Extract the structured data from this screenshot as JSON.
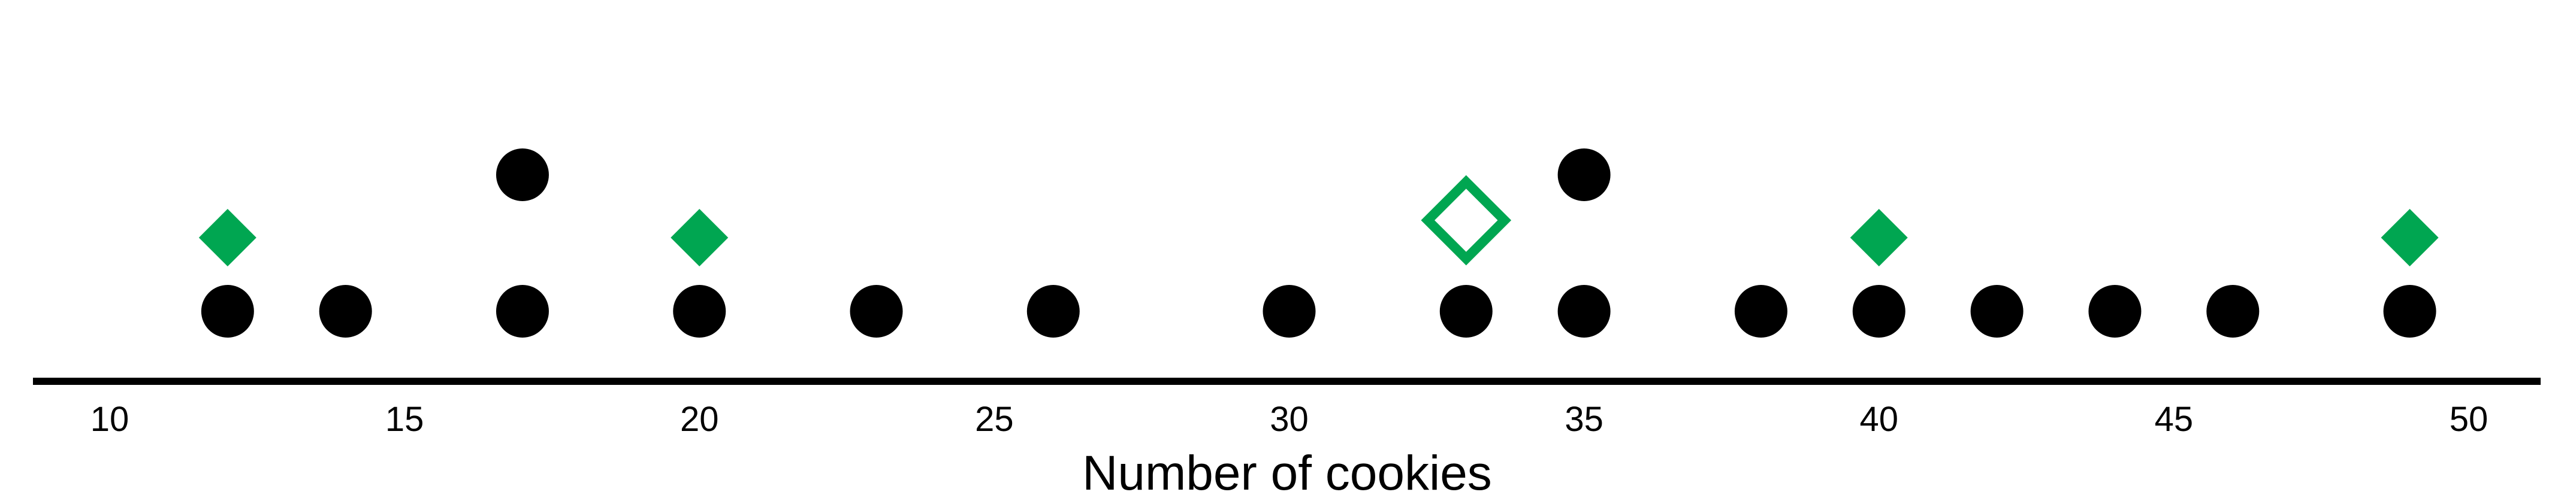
{
  "chart_data": {
    "type": "scatter",
    "xlabel": "Number of cookies",
    "xlim": [
      10,
      50
    ],
    "x_ticks": [
      10,
      15,
      20,
      25,
      30,
      35,
      40,
      45,
      50
    ],
    "x_tick_labels": [
      "10",
      "15",
      "20",
      "25",
      "30",
      "35",
      "40",
      "45",
      "50"
    ],
    "grid": false,
    "series": [
      {
        "marker": "circle",
        "color": "#000000",
        "x": [
          12,
          14,
          17,
          17,
          20,
          23,
          26,
          30,
          33,
          35,
          35,
          38,
          40,
          42,
          44,
          46,
          49
        ],
        "y": [
          1,
          1,
          1,
          2,
          1,
          1,
          1,
          1,
          1,
          1,
          2,
          1,
          1,
          1,
          1,
          1,
          1
        ]
      },
      {
        "marker": "diamond-filled",
        "color": "#00a651",
        "x": [
          12,
          20,
          40,
          49
        ]
      },
      {
        "marker": "diamond-open",
        "color": "#00a651",
        "x": [
          33
        ]
      }
    ]
  }
}
